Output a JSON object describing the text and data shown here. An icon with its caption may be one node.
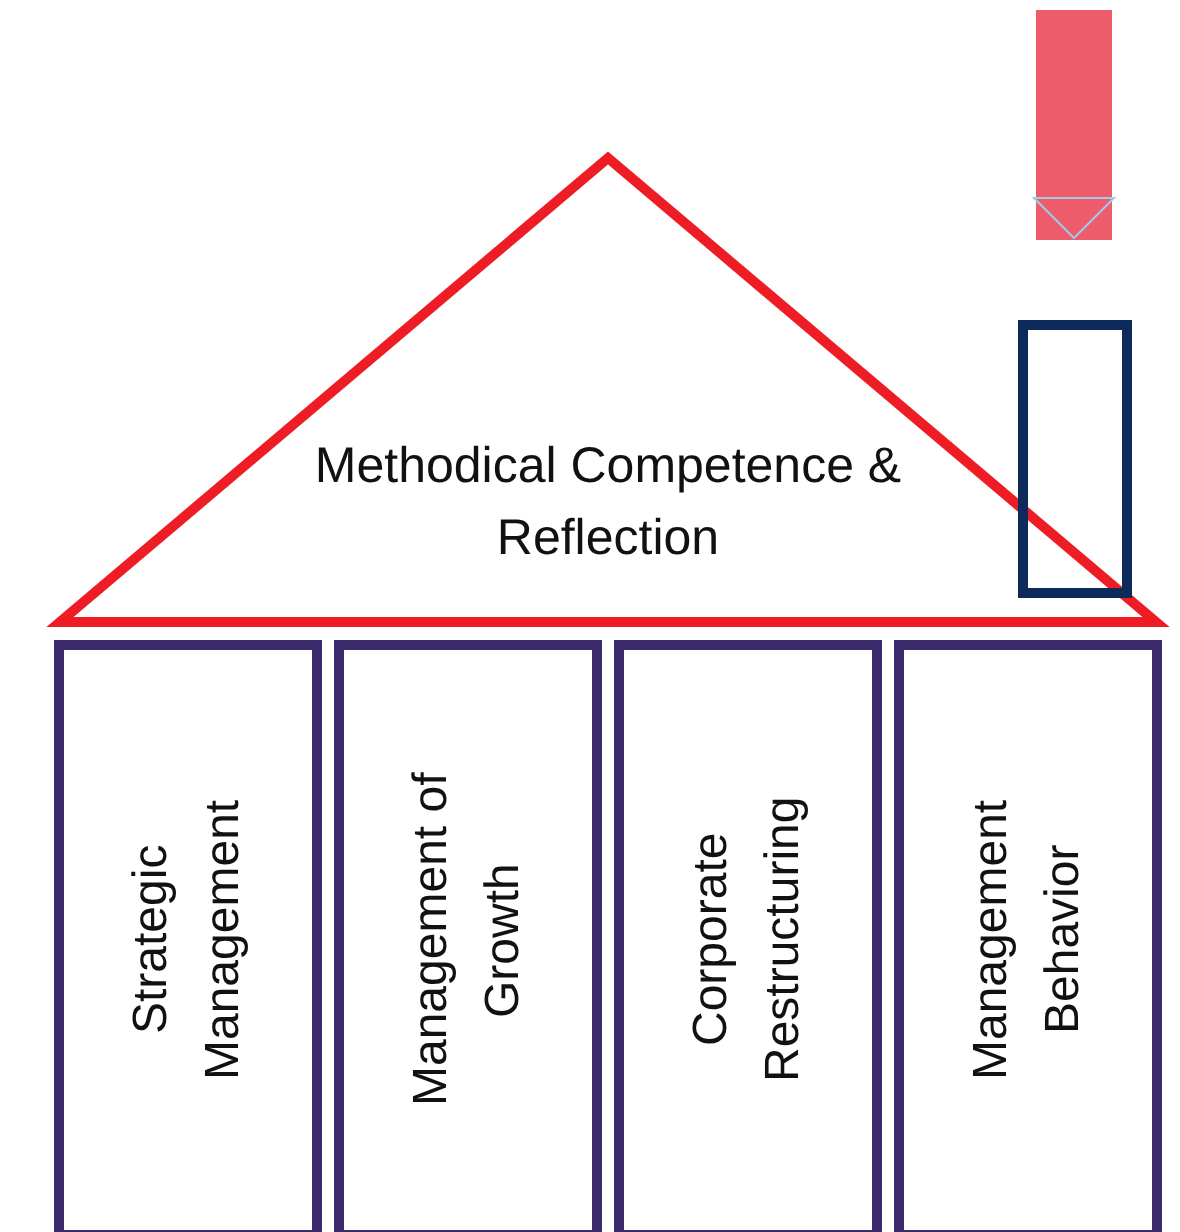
{
  "diagram": {
    "nodes": [
      {
        "text": [
          "Methodical Competence & Reflection"
        ]
      },
      {
        "text": [],
        "shape": "box"
      },
      {
        "text": [
          "Strategic Management"
        ]
      },
      {
        "text": [
          "Management of Growth"
        ]
      },
      {
        "text": [
          "Corporate Restructuring"
        ]
      },
      {
        "text": [
          "Management Behavior"
        ]
      }
    ],
    "edges": [
      {
        "from": null,
        "to": 1,
        "arrow": "to"
      }
    ]
  }
}
